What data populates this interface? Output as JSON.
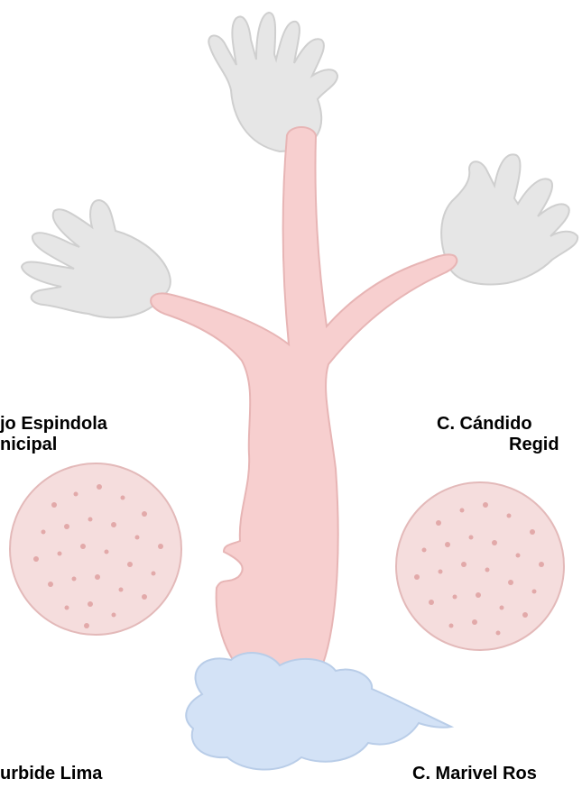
{
  "labels": {
    "left_top_line1": "jo Espindola",
    "left_top_line2": "nicipal",
    "right_top_line1": "C. Cándido",
    "right_top_line2": "Regid",
    "bottom_left": "urbide Lima",
    "bottom_right": "C. Marivel Ros"
  },
  "colors": {
    "hand": "#e6e6e6",
    "hand_outline": "#cfcfcf",
    "trunk": "#f7cfcf",
    "trunk_outline": "#e7b5b5",
    "circle": "#f5dddd",
    "circle_outline": "#e3b9b9",
    "dots": "#e2a9a9",
    "cloud": "#d3e2f6",
    "cloud_outline": "#b9cde8"
  }
}
